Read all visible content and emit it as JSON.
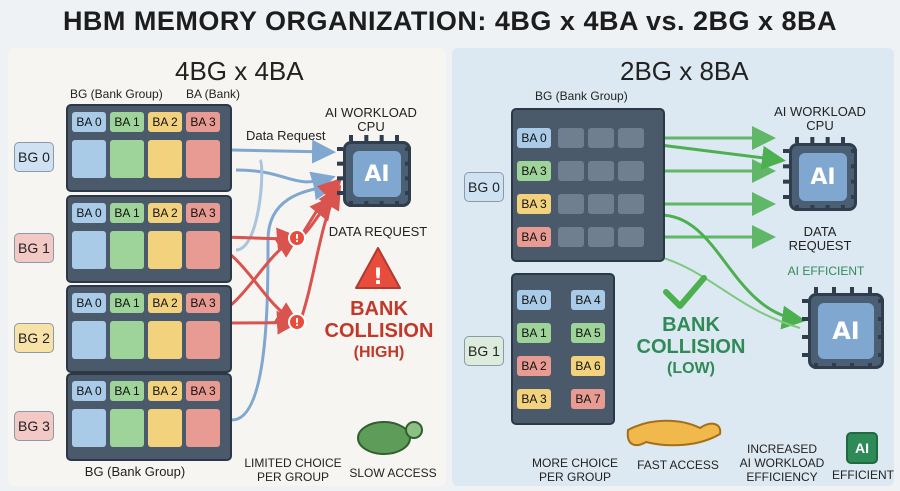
{
  "title": "HBM MEMORY ORGANIZATION: 4BG x 4BA vs. 2BG x 8BA",
  "left": {
    "heading": "4BG x 4BA",
    "bg_legend": "BG (Bank Group)",
    "ba_legend": "BA (Bank)",
    "data_request_top": "Data Request",
    "ai_workload": "AI WORKLOAD",
    "cpu": "CPU",
    "chip_label": "AI",
    "data_request": "DATA REQUEST",
    "bank_collision": "BANK",
    "collision_word": "COLLISION",
    "collision_level": "(HIGH)",
    "bottom_bg": "BG (Bank Group)",
    "limited_choice": "LIMITED CHOICE",
    "per_group": "PER GROUP",
    "slow_access": "SLOW ACCESS",
    "groups": [
      {
        "label": "BG 0",
        "banks": [
          "BA 0",
          "BA 1",
          "BA 2",
          "BA 3"
        ]
      },
      {
        "label": "BG 1",
        "banks": [
          "BA 0",
          "BA 1",
          "BA 2",
          "BA 3"
        ]
      },
      {
        "label": "BG 2",
        "banks": [
          "BA 0",
          "BA 1",
          "BA 2",
          "BA 3"
        ]
      },
      {
        "label": "BG 3",
        "banks": [
          "BA 0",
          "BA 1",
          "BA 2",
          "BA 3"
        ]
      }
    ]
  },
  "right": {
    "heading": "2BG x 8BA",
    "bg_legend": "BG (Bank Group)",
    "ai_workload": "AI WORKLOAD",
    "cpu": "CPU",
    "chip_label": "AI",
    "chip2_label": "AI",
    "data": "DATA",
    "request": "REQUEST",
    "ai_efficient": "AI EFFICIENT",
    "bank": "BANK",
    "collision_word": "COLLISION",
    "collision_level": "(LOW)",
    "more_choice": "MORE CHOICE",
    "per_group": "PER GROUP",
    "fast_access": "FAST ACCESS",
    "increased": "INCREASED",
    "ai_workload2": "AI WORKLOAD",
    "efficiency": "EFFICIENCY",
    "badge_label": "AI",
    "efficient": "EFFICIENT",
    "group0": {
      "label": "BG 0",
      "banks": [
        "BA 0",
        "BA 3",
        "BA 3",
        "BA 6"
      ]
    },
    "group1": {
      "label": "BG 1",
      "banks_left": [
        "BA 0",
        "BA 1",
        "BA 2",
        "BA 3"
      ],
      "banks_right": [
        "BA 4",
        "BA 5",
        "BA 6",
        "BA 7"
      ]
    }
  },
  "colors": {
    "blue": "#a9cbe8",
    "green": "#9ed39a",
    "yellow": "#f3d27e",
    "red": "#e89b93",
    "collision_red": "#c0392b",
    "success_green": "#2e8b57"
  }
}
